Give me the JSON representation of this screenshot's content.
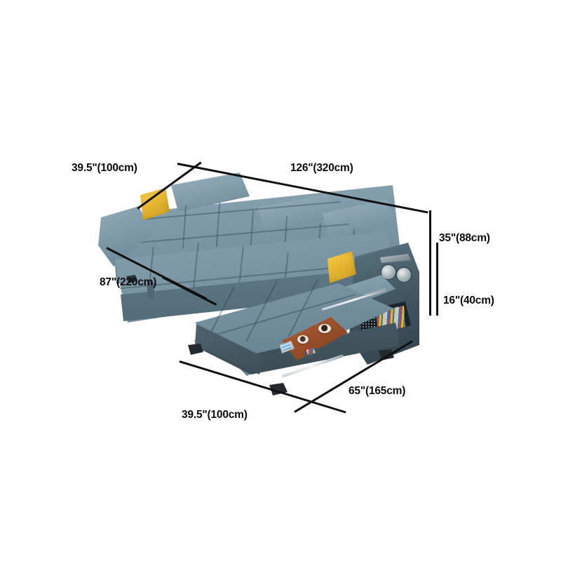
{
  "product": {
    "name": "L-shaped sectional sofa",
    "material": "leather",
    "upholstery_color": "#7e99a8",
    "accent_pillow_color": "#e8b832",
    "tray_wood_color": "#9a4f2a",
    "foot_color": "#23292e",
    "background_color": "#ffffff",
    "features": [
      "adjustable-headrests",
      "built-in-speakers",
      "control-panel",
      "wooden-tray-table",
      "bookshelf-storage",
      "accent-pillows"
    ]
  },
  "dimensions": {
    "depth_back_left": "39.5\"(100cm)",
    "overall_width": "126\"(320cm)",
    "sofa_length": "87\"(220cm)",
    "overall_height": "35\"(88cm)",
    "seat_height": "16\"(40cm)",
    "chaise_depth": "39.5\"(100cm)",
    "chaise_width": "65\"(165cm)"
  },
  "props": {
    "coffee_cup_1": "coffee-cup",
    "coffee_cup_2": "coffee-cup",
    "tablet": "tablet-device",
    "books": "book-row",
    "speaker_left": "speaker",
    "speaker_right": "speaker",
    "control_panel": "control-panel"
  }
}
